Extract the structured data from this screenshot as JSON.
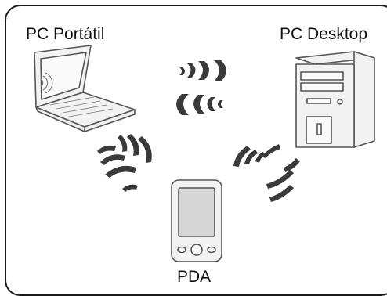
{
  "labels": {
    "laptop": "PC Portátil",
    "desktop": "PC Desktop",
    "pda": "PDA"
  },
  "colors": {
    "line": "#555555",
    "fill": "#f2f2f2",
    "screen": "#d6d6d6",
    "signal": "#3a3a3a"
  }
}
